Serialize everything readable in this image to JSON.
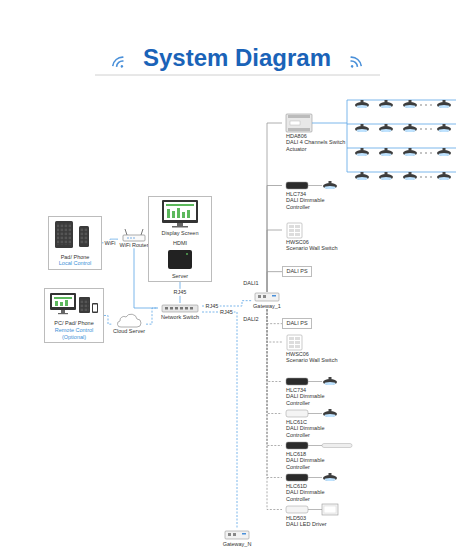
{
  "diagram": {
    "title": "System Diagram",
    "nodes": [
      {
        "text": [
          "Pad/ Phone",
          "Local Control"
        ]
      },
      {
        "text": [
          "WiFi Router"
        ]
      },
      {
        "text": [
          "Display Screen",
          "HDMI",
          "Server"
        ]
      },
      {
        "text": [
          "Network Switch"
        ]
      },
      {
        "text": [
          "PC/ Pad/ Phone",
          "Remote Control (Optional)"
        ]
      },
      {
        "text": [
          "Cloud Server"
        ]
      },
      {
        "text": [
          "Gateway_1"
        ]
      },
      {
        "text": [
          "HDA806",
          "DALI 4 Channels Switch Actuator"
        ]
      },
      {
        "text": [
          "HLC734",
          "DALI Dimmable Controller"
        ]
      },
      {
        "text": [
          "HWSC06",
          "Scenario Wall Switch"
        ]
      },
      {
        "text": [
          "DALI PS"
        ]
      },
      {
        "text": [
          "DALI PS"
        ]
      },
      {
        "text": [
          "HWSC06",
          "Scenario Wall Switch"
        ]
      },
      {
        "text": [
          "HLC734",
          "DALI Dimmable Controller"
        ]
      },
      {
        "text": [
          "HLC61C",
          "DALI Dimmable Controller"
        ]
      },
      {
        "text": [
          "HLC618",
          "DALI Dimmable Controller"
        ]
      },
      {
        "text": [
          "HLC61D",
          "DALI Dimmable Controller"
        ]
      },
      {
        "text": [
          "HLD503",
          "DALI LED Driver"
        ]
      },
      {
        "text": [
          "Gateway_N"
        ]
      }
    ],
    "edges": [
      {
        "from": 0,
        "to": 1,
        "label": "WiFi",
        "arrow": "none"
      },
      {
        "from": 1,
        "to": 3,
        "arrow": "none"
      },
      {
        "from": 2,
        "to": 3,
        "label": "RJ45",
        "arrow": "none"
      },
      {
        "from": 4,
        "to": 5,
        "arrow": "none"
      },
      {
        "from": 5,
        "to": 3,
        "arrow": "none"
      },
      {
        "from": 3,
        "to": 6,
        "label": "RJ45",
        "arrow": "none"
      },
      {
        "from": 3,
        "to": 18,
        "label": "RJ45",
        "arrow": "none"
      },
      {
        "from": 6,
        "to": 7,
        "arrow": "none"
      },
      {
        "from": 6,
        "to": 8,
        "arrow": "none"
      },
      {
        "from": 6,
        "to": 9,
        "arrow": "none"
      },
      {
        "from": 6,
        "to": 10,
        "arrow": "none"
      },
      {
        "from": 6,
        "to": 11,
        "arrow": "none"
      },
      {
        "from": 6,
        "to": 12,
        "arrow": "none"
      },
      {
        "from": 6,
        "to": 13,
        "arrow": "none"
      },
      {
        "from": 6,
        "to": 14,
        "arrow": "none"
      },
      {
        "from": 6,
        "to": 15,
        "arrow": "none"
      },
      {
        "from": 6,
        "to": 16,
        "arrow": "none"
      },
      {
        "from": 6,
        "to": 17,
        "arrow": "none"
      }
    ],
    "labels": [
      "DALI1",
      "DALI2"
    ]
  }
}
